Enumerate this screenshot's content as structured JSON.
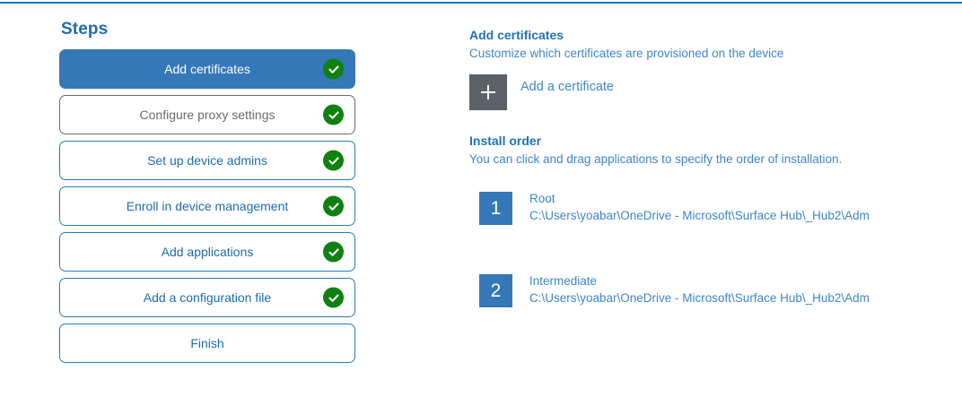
{
  "accent": {
    "top_rule": "#0078c8",
    "primary_blue": "#3478b8",
    "link_blue": "#3f86c9",
    "heading_blue": "#2372b4",
    "success_green": "#108010",
    "plus_gray": "#5b6167",
    "muted_gray": "#6b6b6b"
  },
  "steps": {
    "title": "Steps",
    "items": [
      {
        "label": "Add certificates",
        "state": "active",
        "complete": true
      },
      {
        "label": "Configure proxy settings",
        "state": "muted",
        "complete": true
      },
      {
        "label": "Set up device admins",
        "state": "normal",
        "complete": true
      },
      {
        "label": "Enroll in device management",
        "state": "normal",
        "complete": true
      },
      {
        "label": "Add applications",
        "state": "normal",
        "complete": true
      },
      {
        "label": "Add a configuration file",
        "state": "normal",
        "complete": true
      },
      {
        "label": "Finish",
        "state": "normal",
        "complete": false
      }
    ]
  },
  "detail": {
    "title": "Add certificates",
    "subtitle": "Customize which certificates are provisioned on the device",
    "add_certificate": {
      "icon": "plus-icon",
      "label": "Add a certificate"
    },
    "install_order": {
      "title": "Install order",
      "subtitle": "You can click and drag applications to specify the order of installation.",
      "items": [
        {
          "number": "1",
          "name": "Root",
          "path": "C:\\Users\\yoabar\\OneDrive - Microsoft\\Surface Hub\\_Hub2\\Adm"
        },
        {
          "number": "2",
          "name": "Intermediate",
          "path": "C:\\Users\\yoabar\\OneDrive - Microsoft\\Surface Hub\\_Hub2\\Adm"
        }
      ]
    }
  }
}
